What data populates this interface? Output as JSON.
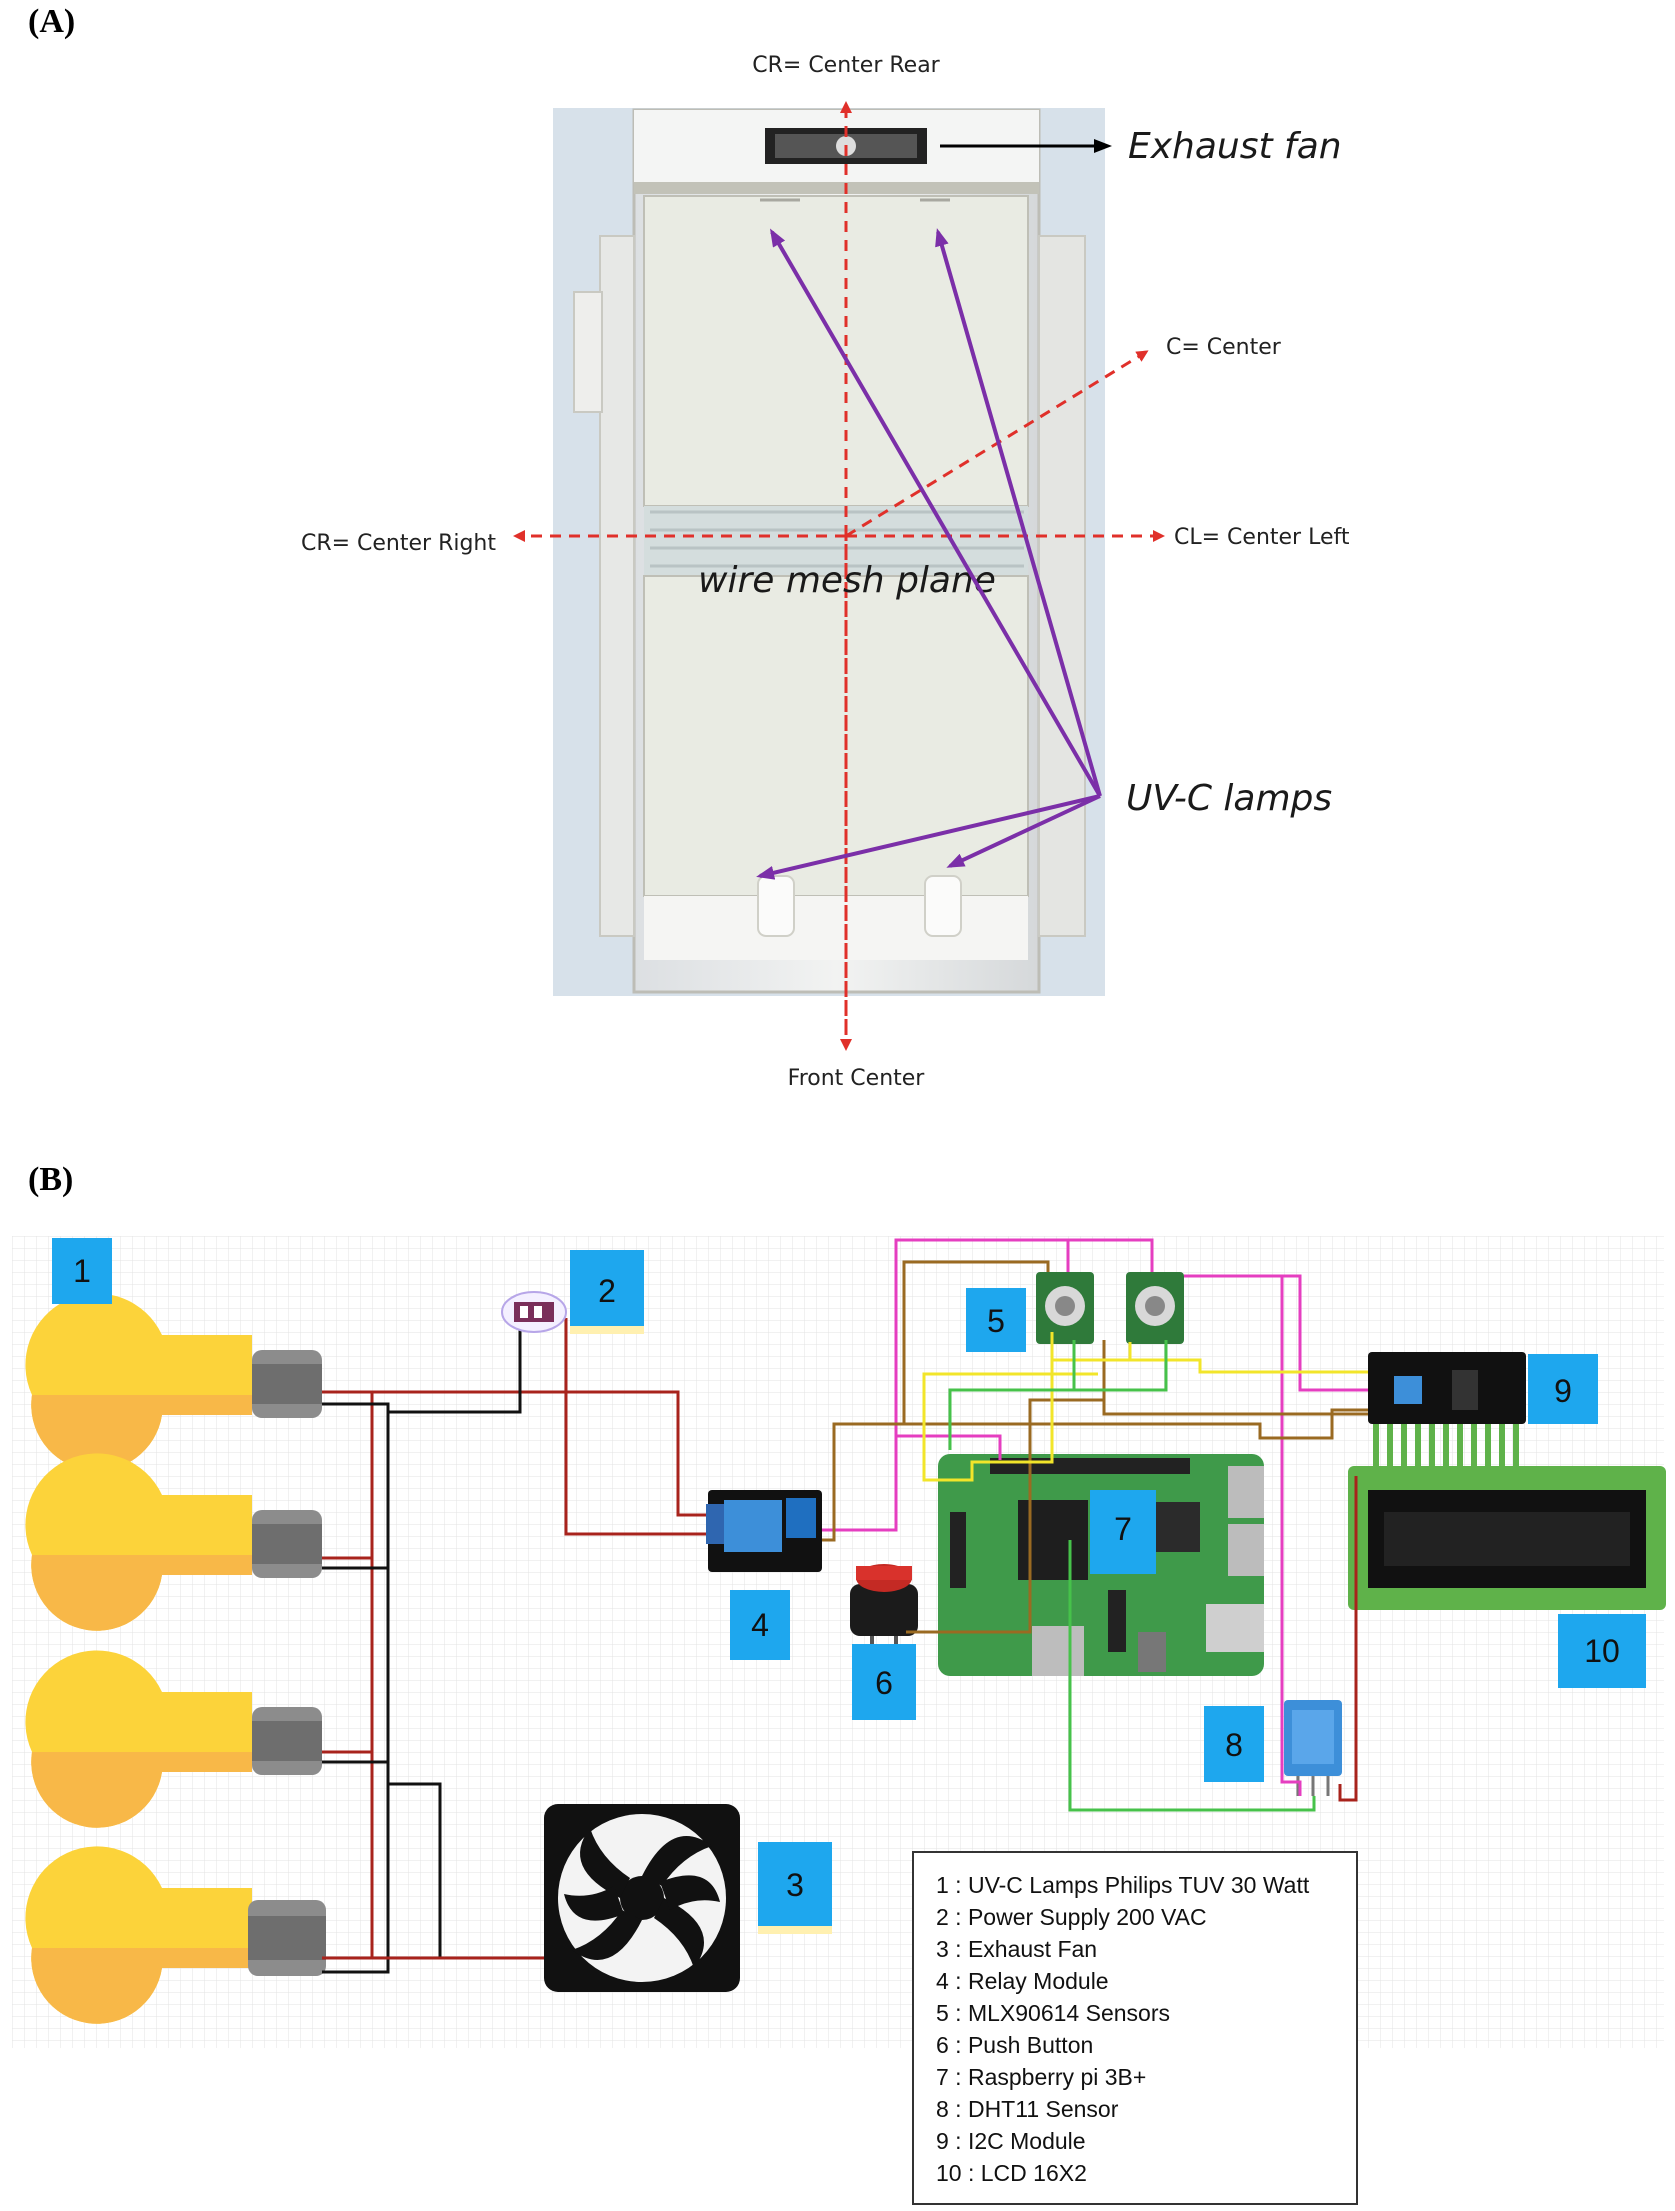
{
  "panelA": {
    "label": "(A)",
    "axes": {
      "rear": "CR= Center Rear",
      "center": "C= Center",
      "right": "CR= Center Right",
      "left": "CL= Center Left",
      "front": "Front Center"
    },
    "callouts": {
      "fan": "Exhaust fan",
      "mesh": "wire mesh plane",
      "lamps": "UV-C lamps"
    }
  },
  "panelB": {
    "label": "(B)",
    "badges": [
      "1",
      "2",
      "3",
      "4",
      "5",
      "6",
      "7",
      "8",
      "9",
      "10"
    ],
    "legend": [
      "1 : UV-C Lamps Philips TUV 30 Watt",
      "2 : Power Supply 200 VAC",
      "3 : Exhaust Fan",
      "4 : Relay Module",
      "5 : MLX90614 Sensors",
      "6 : Push Button",
      "7 : Raspberry pi 3B+",
      "8 : DHT11 Sensor",
      "9 : I2C Module",
      "10 : LCD 16X2"
    ]
  },
  "colors": {
    "axisRed": "#e0302a",
    "lampArrow": "#7b2fa8",
    "badgeBlue": "#1ea7ee",
    "bulbYellow": "#fcd33a",
    "bulbOrange": "#f8b848",
    "wireRed": "#a8231c",
    "wireBlack": "#111111",
    "wirePink": "#e53ec0",
    "wireYellow": "#f2e52a",
    "wireGreen": "#46c24a",
    "wireBrown": "#9a6a22",
    "boardGreen": "#3f9a4a",
    "lcdGreen": "#5fb24a"
  }
}
